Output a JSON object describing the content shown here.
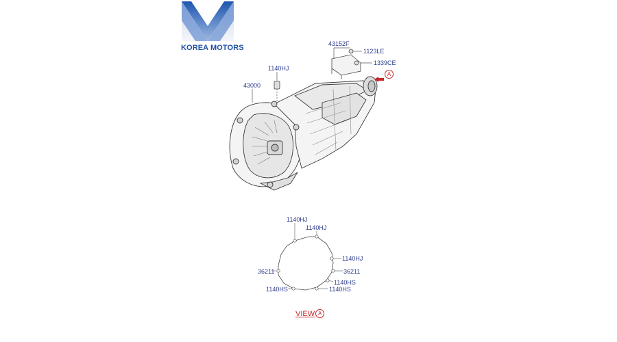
{
  "logo": {
    "text": "KOREA MOTORS"
  },
  "callouts": {
    "part_43152F": "43152F",
    "part_1123LE": "1123LE",
    "part_1339CE": "1339CE",
    "part_1140HJ_top": "1140HJ",
    "part_43000": "43000"
  },
  "view_a": {
    "marker": "A",
    "labels": {
      "hj_1": "1140HJ",
      "hj_2": "1140HJ",
      "hj_3": "1140HJ",
      "n36211_left": "36211",
      "n36211_right": "36211",
      "hs_1": "1140HS",
      "hs_2": "1140HS",
      "hs_3": "1140HS"
    },
    "caption": "VIEW",
    "caption_marker": "A"
  },
  "colors": {
    "label": "#2a3a8a",
    "accent_red": "#c62828",
    "logo_blue": "#1f4fa3",
    "line": "#555555"
  }
}
